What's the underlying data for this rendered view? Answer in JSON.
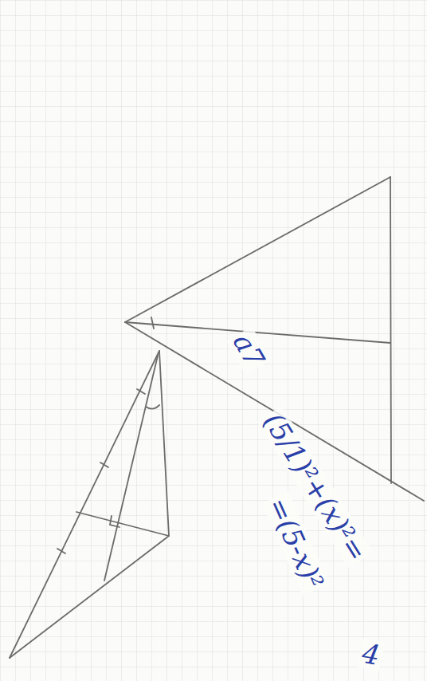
{
  "diagram": {
    "labels": [
      "a7",
      "(5/1)²+(x)²=",
      "=(5-x)²",
      "4"
    ]
  }
}
